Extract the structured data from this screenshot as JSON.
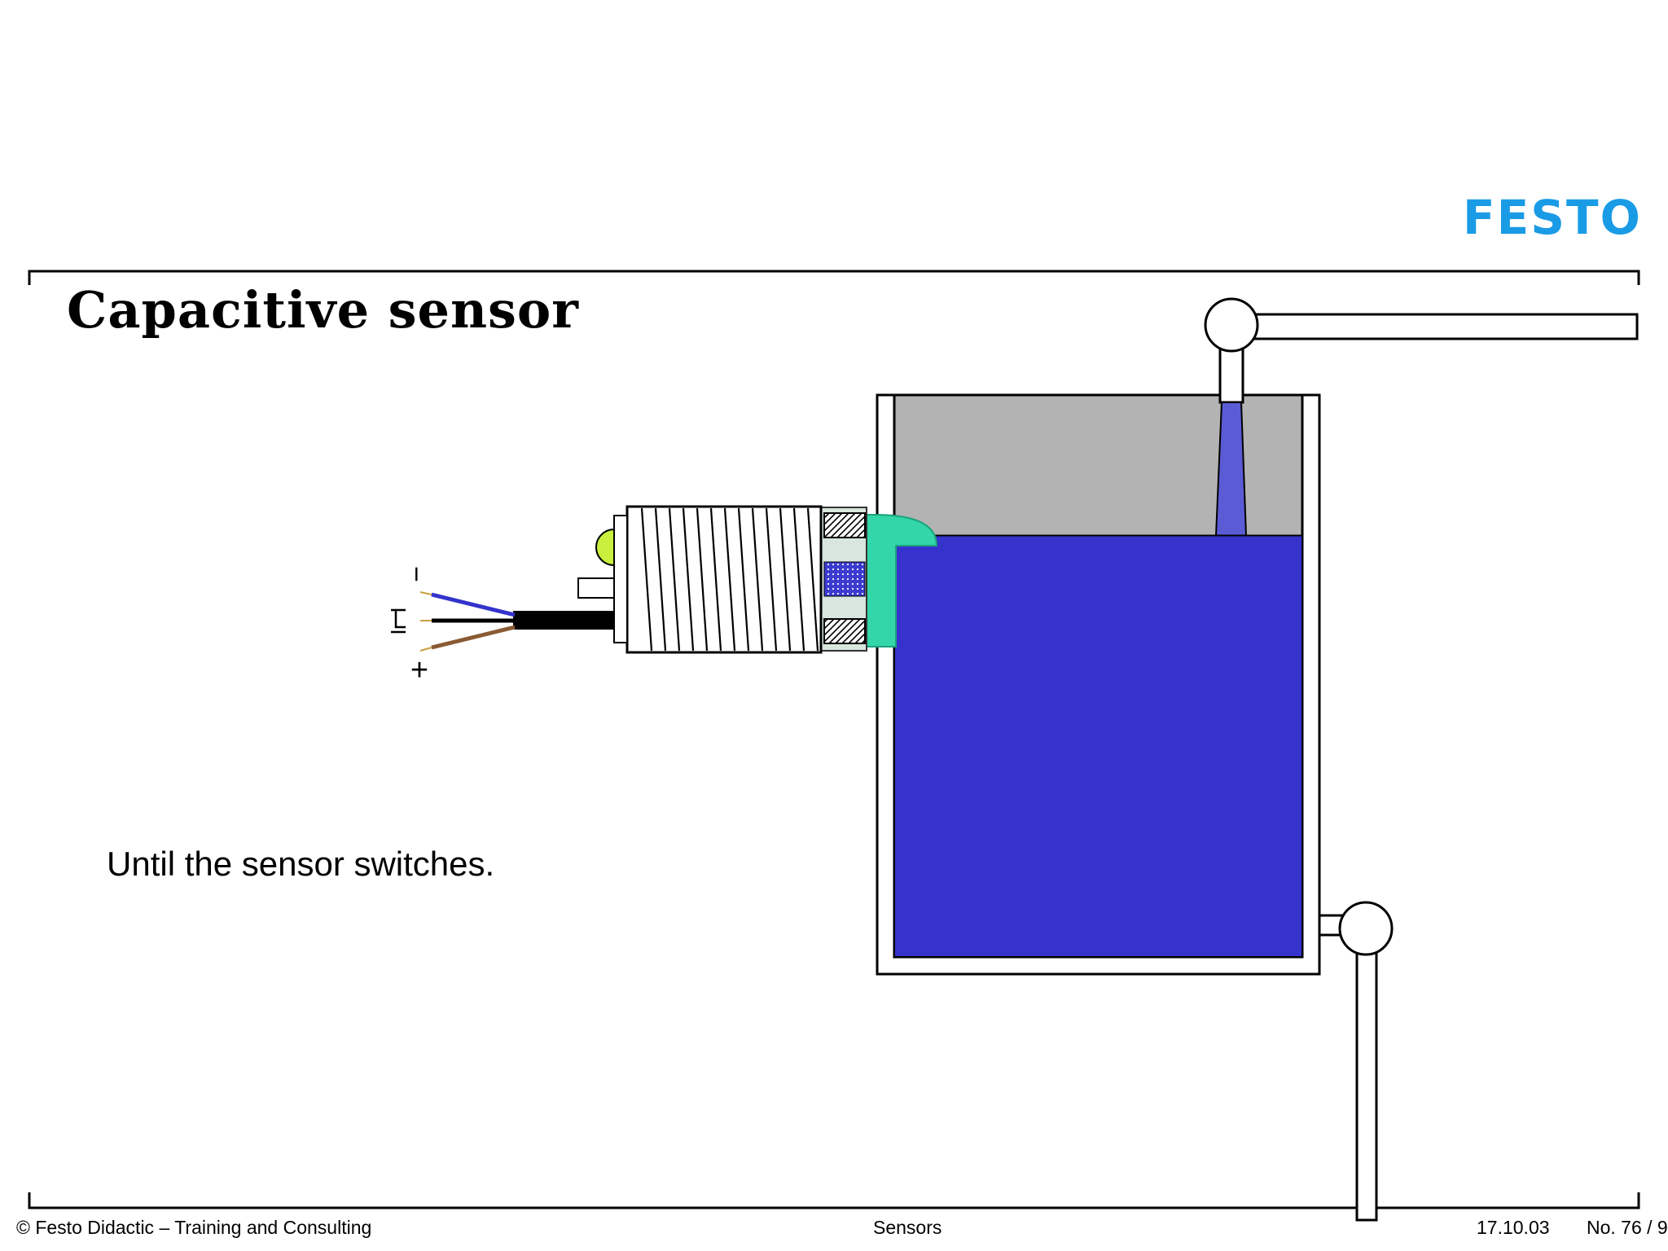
{
  "logo": {
    "text": "FESTO",
    "color": "#1a9be6"
  },
  "slide": {
    "title": "Capacitive sensor",
    "caption": "Until the sensor switches."
  },
  "wires": {
    "minus_label": "−",
    "output_label": "⊓",
    "plus_label": "+"
  },
  "footer": {
    "copyright": "© Festo Didactic – Training and Consulting",
    "topic": "Sensors",
    "date": "17.10.03",
    "page": "No. 76 / 9"
  },
  "colors": {
    "liquid": "#3633cc",
    "liquid_stream": "#5b5bd6",
    "tank_air": "#b3b3b3",
    "sensor_face": "#33d6a8",
    "led": "#c8f03c",
    "wire_blue": "#3333cc",
    "wire_black": "#000000",
    "wire_brown": "#8a5a33"
  },
  "liquid_level_fraction": 0.75
}
